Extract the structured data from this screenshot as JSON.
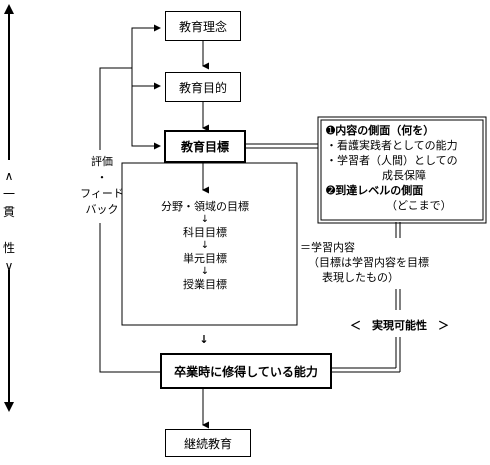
{
  "vertical_label": [
    "∧",
    "一",
    "貫",
    "性",
    "∨"
  ],
  "boxes": {
    "philosophy": "教育理念",
    "purpose": "教育目的",
    "objectives": "教育目標",
    "graduation_ability": "卒業時に修得している能力",
    "continuing_education": "継続教育"
  },
  "feedback": [
    "評価",
    "・",
    "フィード",
    "バック"
  ],
  "hierarchy": {
    "field": "分野・領域の目標",
    "subject": "科目目標",
    "unit": "単元目標",
    "lesson": "授業目標",
    "arrow": "↓"
  },
  "aspects": {
    "content_title": "➊内容の側面（何を）",
    "content_item1": "・看護実践者としての能力",
    "content_item2": "・学習者（人間）としての",
    "content_item2b": "成長保障",
    "level_title": "➋到達レベルの側面",
    "level_sub": "（どこまで）"
  },
  "learning_content": {
    "line1": "＝学習内容",
    "line2": "（目標は学習内容を目標",
    "line3": "表現したもの）"
  },
  "feasibility": "＜　実現可能性　＞",
  "down_arrow": "↓"
}
